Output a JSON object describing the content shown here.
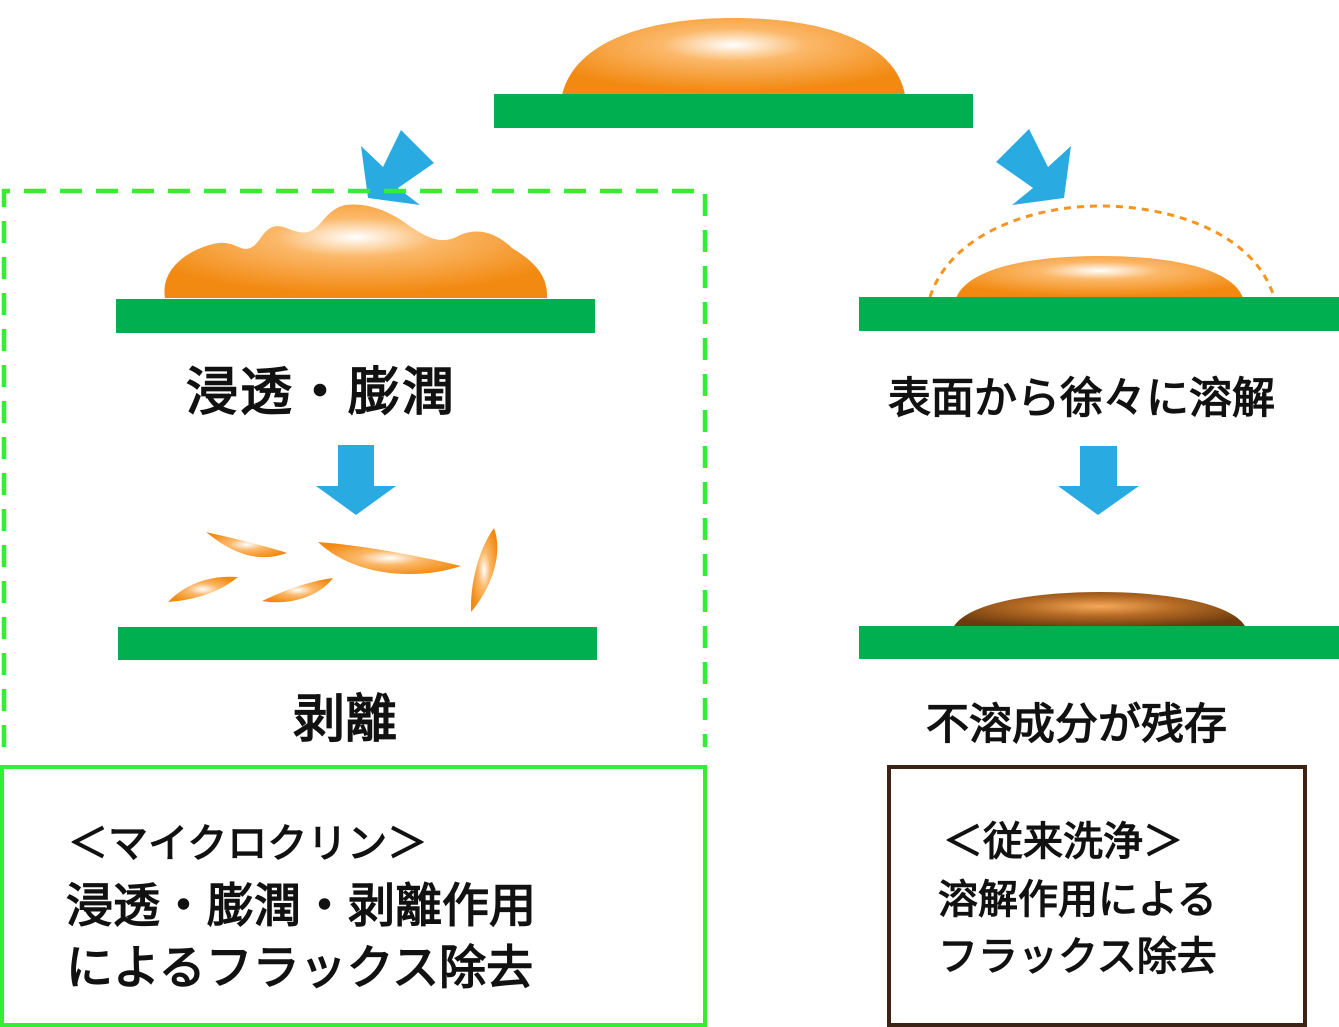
{
  "colors": {
    "substrate": "#00b050",
    "flux_orange": "#f7941d",
    "flux_highlight": "#ffffff",
    "residue_brown": "#7a4510",
    "arrow_blue": "#29abe2",
    "microclean_green": "#33ee33",
    "conventional_brown": "#3d2314"
  },
  "left_process": {
    "step1_label": "浸透・膨潤",
    "step2_label": "剥離"
  },
  "right_process": {
    "step1_label": "表面から徐々に溶解",
    "step2_label": "不溶成分が残存"
  },
  "microclean_box": {
    "title": "＜マイクロクリン＞",
    "line1": "浸透・膨潤・剥離作用",
    "line2": "によるフラックス除去"
  },
  "conventional_box": {
    "title": "＜従来洗浄＞",
    "line1": "溶解作用による",
    "line2": "フラックス除去"
  }
}
